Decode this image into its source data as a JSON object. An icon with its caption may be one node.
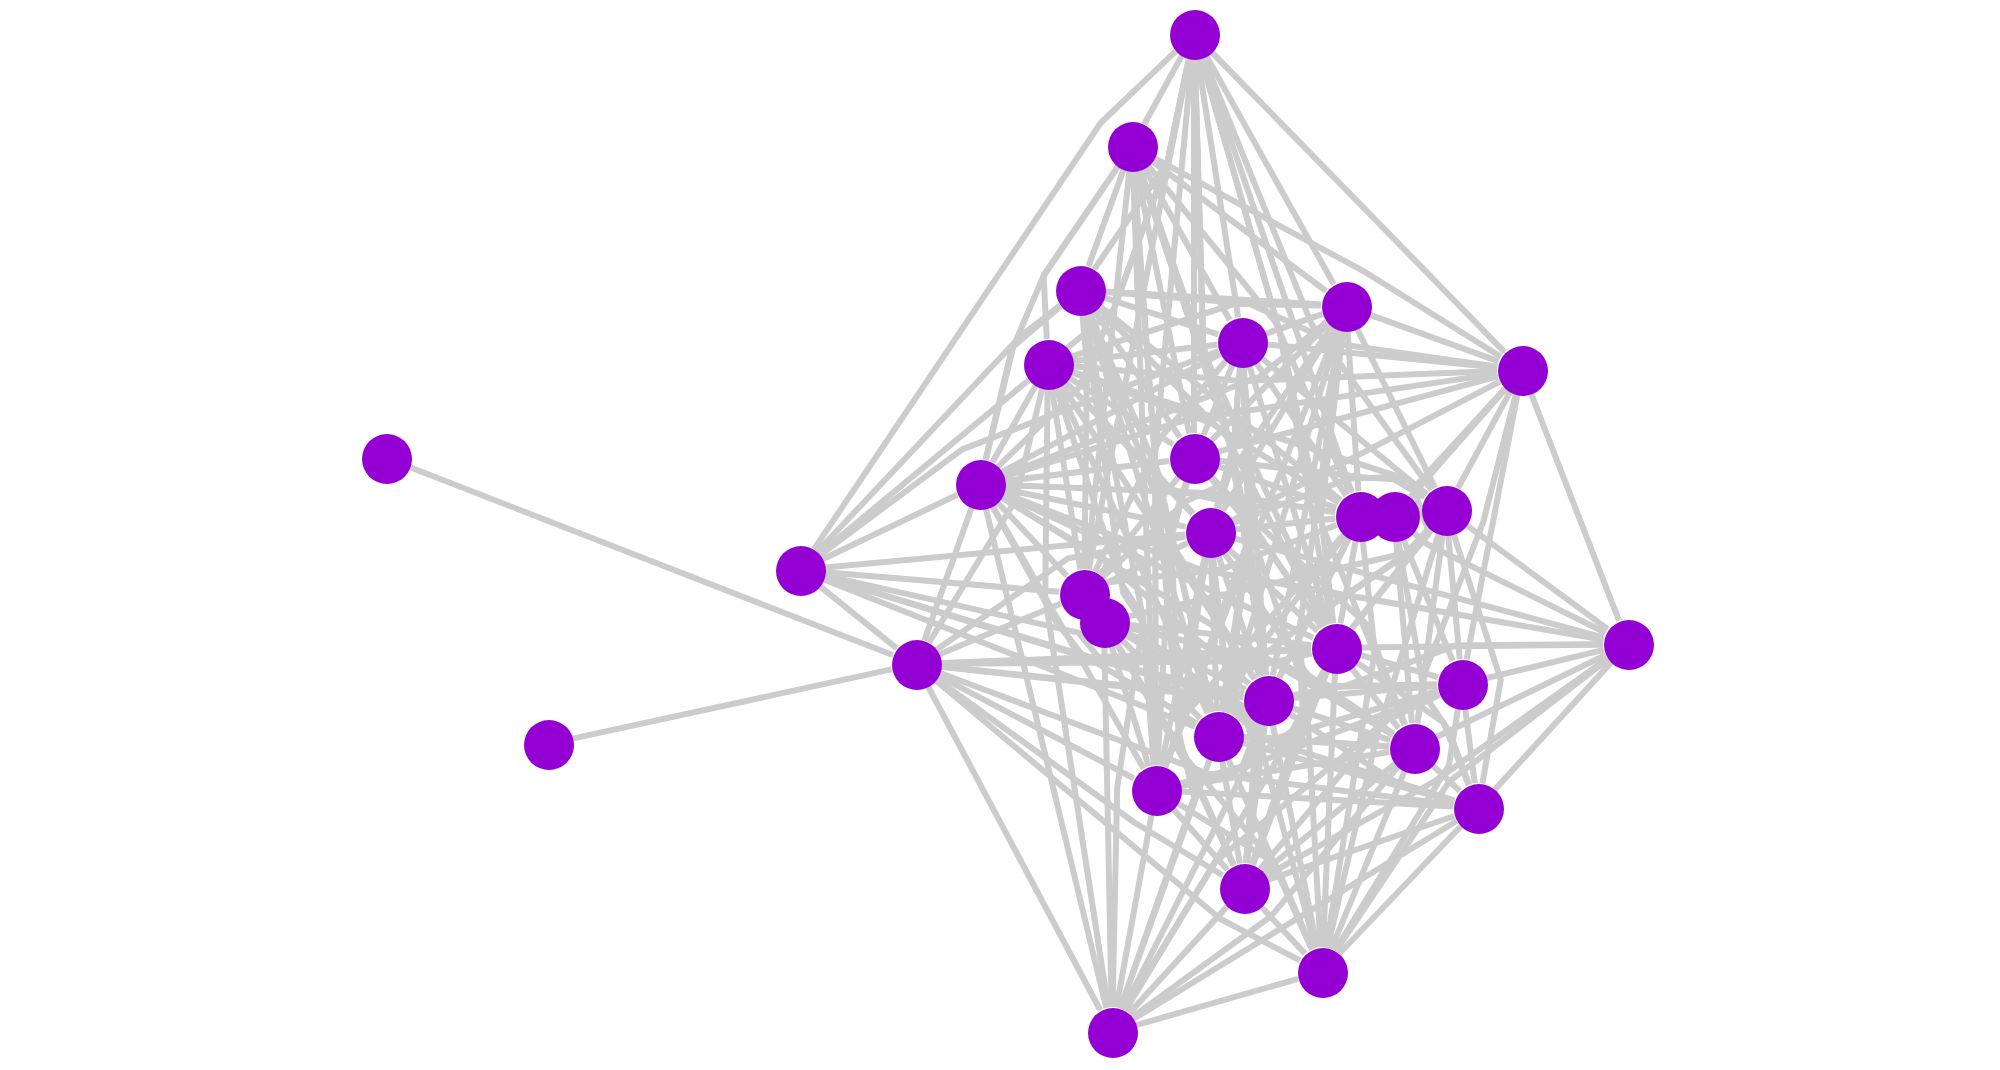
{
  "diagram": {
    "nodes": [
      {
        "text": [],
        "shape": "circle"
      },
      {
        "text": [],
        "shape": "circle"
      },
      {
        "text": [],
        "shape": "circle"
      },
      {
        "text": [],
        "shape": "circle"
      },
      {
        "text": [],
        "shape": "circle"
      },
      {
        "text": [],
        "shape": "circle"
      },
      {
        "text": [],
        "shape": "circle"
      },
      {
        "text": [],
        "shape": "circle"
      },
      {
        "text": [],
        "shape": "circle"
      },
      {
        "text": [],
        "shape": "circle"
      },
      {
        "text": [],
        "shape": "circle"
      },
      {
        "text": [],
        "shape": "circle"
      },
      {
        "text": [],
        "shape": "circle"
      },
      {
        "text": [],
        "shape": "circle"
      },
      {
        "text": [],
        "shape": "circle"
      },
      {
        "text": [],
        "shape": "circle"
      },
      {
        "text": [],
        "shape": "circle"
      },
      {
        "text": [],
        "shape": "circle"
      },
      {
        "text": [],
        "shape": "circle"
      },
      {
        "text": [],
        "shape": "circle"
      },
      {
        "text": [],
        "shape": "circle"
      },
      {
        "text": [],
        "shape": "circle"
      },
      {
        "text": [],
        "shape": "circle"
      },
      {
        "text": [],
        "shape": "circle"
      },
      {
        "text": [],
        "shape": "circle"
      },
      {
        "text": [],
        "shape": "circle"
      },
      {
        "text": [],
        "shape": "circle"
      },
      {
        "text": [],
        "shape": "circle"
      },
      {
        "text": [],
        "shape": "circle"
      },
      {
        "text": [],
        "shape": "circle"
      }
    ],
    "edges": [
      {
        "from": 0,
        "to": 1,
        "arrow": "none"
      },
      {
        "from": 0,
        "to": 2,
        "arrow": "none"
      },
      {
        "from": 0,
        "to": 3,
        "arrow": "none"
      },
      {
        "from": 0,
        "to": 4,
        "arrow": "none"
      },
      {
        "from": 0,
        "to": 5,
        "arrow": "none"
      },
      {
        "from": 0,
        "to": 6,
        "arrow": "none"
      },
      {
        "from": 0,
        "to": 8,
        "arrow": "none"
      },
      {
        "from": 0,
        "to": 9,
        "arrow": "none"
      },
      {
        "from": 0,
        "to": 10,
        "arrow": "none"
      },
      {
        "from": 0,
        "to": 12,
        "arrow": "none"
      },
      {
        "from": 0,
        "to": 13,
        "arrow": "none"
      },
      {
        "from": 0,
        "to": 14,
        "arrow": "none"
      },
      {
        "from": 0,
        "to": 15,
        "arrow": "none"
      },
      {
        "from": 0,
        "to": 18,
        "arrow": "none"
      },
      {
        "from": 0,
        "to": 21,
        "arrow": "none"
      },
      {
        "from": 0,
        "to": 23,
        "arrow": "none"
      },
      {
        "from": 0,
        "to": 24,
        "arrow": "none"
      },
      {
        "from": 0,
        "to": 25,
        "arrow": "none"
      },
      {
        "from": 1,
        "to": 2,
        "arrow": "none"
      },
      {
        "from": 1,
        "to": 3,
        "arrow": "none"
      },
      {
        "from": 1,
        "to": 4,
        "arrow": "none"
      },
      {
        "from": 1,
        "to": 5,
        "arrow": "none"
      },
      {
        "from": 1,
        "to": 6,
        "arrow": "none"
      },
      {
        "from": 1,
        "to": 8,
        "arrow": "none"
      },
      {
        "from": 1,
        "to": 9,
        "arrow": "none"
      },
      {
        "from": 1,
        "to": 10,
        "arrow": "none"
      },
      {
        "from": 1,
        "to": 13,
        "arrow": "none"
      },
      {
        "from": 1,
        "to": 15,
        "arrow": "none"
      },
      {
        "from": 1,
        "to": 18,
        "arrow": "none"
      },
      {
        "from": 1,
        "to": 21,
        "arrow": "none"
      },
      {
        "from": 1,
        "to": 23,
        "arrow": "none"
      },
      {
        "from": 1,
        "to": 25,
        "arrow": "none"
      },
      {
        "from": 1,
        "to": 27,
        "arrow": "none"
      },
      {
        "from": 2,
        "to": 3,
        "arrow": "none"
      },
      {
        "from": 2,
        "to": 4,
        "arrow": "none"
      },
      {
        "from": 2,
        "to": 6,
        "arrow": "none"
      },
      {
        "from": 2,
        "to": 8,
        "arrow": "none"
      },
      {
        "from": 2,
        "to": 9,
        "arrow": "none"
      },
      {
        "from": 2,
        "to": 10,
        "arrow": "none"
      },
      {
        "from": 2,
        "to": 13,
        "arrow": "none"
      },
      {
        "from": 2,
        "to": 14,
        "arrow": "none"
      },
      {
        "from": 2,
        "to": 15,
        "arrow": "none"
      },
      {
        "from": 2,
        "to": 18,
        "arrow": "none"
      },
      {
        "from": 2,
        "to": 21,
        "arrow": "none"
      },
      {
        "from": 2,
        "to": 23,
        "arrow": "none"
      },
      {
        "from": 2,
        "to": 25,
        "arrow": "none"
      },
      {
        "from": 2,
        "to": 29,
        "arrow": "none"
      },
      {
        "from": 3,
        "to": 4,
        "arrow": "none"
      },
      {
        "from": 3,
        "to": 5,
        "arrow": "none"
      },
      {
        "from": 3,
        "to": 6,
        "arrow": "none"
      },
      {
        "from": 3,
        "to": 8,
        "arrow": "none"
      },
      {
        "from": 3,
        "to": 9,
        "arrow": "none"
      },
      {
        "from": 3,
        "to": 10,
        "arrow": "none"
      },
      {
        "from": 3,
        "to": 12,
        "arrow": "none"
      },
      {
        "from": 3,
        "to": 13,
        "arrow": "none"
      },
      {
        "from": 3,
        "to": 15,
        "arrow": "none"
      },
      {
        "from": 3,
        "to": 18,
        "arrow": "none"
      },
      {
        "from": 3,
        "to": 21,
        "arrow": "none"
      },
      {
        "from": 3,
        "to": 23,
        "arrow": "none"
      },
      {
        "from": 3,
        "to": 25,
        "arrow": "none"
      },
      {
        "from": 3,
        "to": 27,
        "arrow": "none"
      },
      {
        "from": 4,
        "to": 5,
        "arrow": "none"
      },
      {
        "from": 4,
        "to": 6,
        "arrow": "none"
      },
      {
        "from": 4,
        "to": 8,
        "arrow": "none"
      },
      {
        "from": 4,
        "to": 9,
        "arrow": "none"
      },
      {
        "from": 4,
        "to": 10,
        "arrow": "none"
      },
      {
        "from": 4,
        "to": 12,
        "arrow": "none"
      },
      {
        "from": 4,
        "to": 13,
        "arrow": "none"
      },
      {
        "from": 4,
        "to": 14,
        "arrow": "none"
      },
      {
        "from": 4,
        "to": 15,
        "arrow": "none"
      },
      {
        "from": 4,
        "to": 18,
        "arrow": "none"
      },
      {
        "from": 4,
        "to": 21,
        "arrow": "none"
      },
      {
        "from": 4,
        "to": 23,
        "arrow": "none"
      },
      {
        "from": 4,
        "to": 25,
        "arrow": "none"
      },
      {
        "from": 4,
        "to": 27,
        "arrow": "none"
      },
      {
        "from": 5,
        "to": 6,
        "arrow": "none"
      },
      {
        "from": 5,
        "to": 8,
        "arrow": "none"
      },
      {
        "from": 5,
        "to": 9,
        "arrow": "none"
      },
      {
        "from": 5,
        "to": 10,
        "arrow": "none"
      },
      {
        "from": 5,
        "to": 12,
        "arrow": "none"
      },
      {
        "from": 5,
        "to": 13,
        "arrow": "none"
      },
      {
        "from": 5,
        "to": 14,
        "arrow": "none"
      },
      {
        "from": 5,
        "to": 15,
        "arrow": "none"
      },
      {
        "from": 5,
        "to": 18,
        "arrow": "none"
      },
      {
        "from": 5,
        "to": 19,
        "arrow": "none"
      },
      {
        "from": 5,
        "to": 21,
        "arrow": "none"
      },
      {
        "from": 5,
        "to": 23,
        "arrow": "none"
      },
      {
        "from": 5,
        "to": 25,
        "arrow": "none"
      },
      {
        "from": 5,
        "to": 29,
        "arrow": "none"
      },
      {
        "from": 6,
        "to": 8,
        "arrow": "none"
      },
      {
        "from": 6,
        "to": 9,
        "arrow": "none"
      },
      {
        "from": 6,
        "to": 11,
        "arrow": "none"
      },
      {
        "from": 6,
        "to": 12,
        "arrow": "none"
      },
      {
        "from": 6,
        "to": 13,
        "arrow": "none"
      },
      {
        "from": 6,
        "to": 17,
        "arrow": "none"
      },
      {
        "from": 6,
        "to": 18,
        "arrow": "none"
      },
      {
        "from": 6,
        "to": 20,
        "arrow": "none"
      },
      {
        "from": 6,
        "to": 24,
        "arrow": "none"
      },
      {
        "from": 7,
        "to": 19,
        "arrow": "none"
      },
      {
        "from": 8,
        "to": 9,
        "arrow": "none"
      },
      {
        "from": 8,
        "to": 10,
        "arrow": "none"
      },
      {
        "from": 8,
        "to": 12,
        "arrow": "none"
      },
      {
        "from": 8,
        "to": 15,
        "arrow": "none"
      },
      {
        "from": 8,
        "to": 18,
        "arrow": "none"
      },
      {
        "from": 8,
        "to": 21,
        "arrow": "none"
      },
      {
        "from": 8,
        "to": 23,
        "arrow": "none"
      },
      {
        "from": 8,
        "to": 24,
        "arrow": "none"
      },
      {
        "from": 8,
        "to": 25,
        "arrow": "none"
      },
      {
        "from": 8,
        "to": 27,
        "arrow": "none"
      },
      {
        "from": 8,
        "to": 28,
        "arrow": "none"
      },
      {
        "from": 9,
        "to": 10,
        "arrow": "none"
      },
      {
        "from": 9,
        "to": 13,
        "arrow": "none"
      },
      {
        "from": 9,
        "to": 14,
        "arrow": "none"
      },
      {
        "from": 9,
        "to": 15,
        "arrow": "none"
      },
      {
        "from": 9,
        "to": 17,
        "arrow": "none"
      },
      {
        "from": 9,
        "to": 18,
        "arrow": "none"
      },
      {
        "from": 9,
        "to": 19,
        "arrow": "none"
      },
      {
        "from": 9,
        "to": 21,
        "arrow": "none"
      },
      {
        "from": 9,
        "to": 23,
        "arrow": "none"
      },
      {
        "from": 9,
        "to": 24,
        "arrow": "none"
      },
      {
        "from": 9,
        "to": 25,
        "arrow": "none"
      },
      {
        "from": 9,
        "to": 29,
        "arrow": "none"
      },
      {
        "from": 10,
        "to": 13,
        "arrow": "none"
      },
      {
        "from": 10,
        "to": 15,
        "arrow": "none"
      },
      {
        "from": 10,
        "to": 18,
        "arrow": "none"
      },
      {
        "from": 10,
        "to": 21,
        "arrow": "none"
      },
      {
        "from": 10,
        "to": 23,
        "arrow": "none"
      },
      {
        "from": 10,
        "to": 25,
        "arrow": "none"
      },
      {
        "from": 10,
        "to": 27,
        "arrow": "none"
      },
      {
        "from": 10,
        "to": 28,
        "arrow": "none"
      },
      {
        "from": 10,
        "to": 29,
        "arrow": "none"
      },
      {
        "from": 11,
        "to": 17,
        "arrow": "none"
      },
      {
        "from": 11,
        "to": 20,
        "arrow": "none"
      },
      {
        "from": 11,
        "to": 24,
        "arrow": "none"
      },
      {
        "from": 11,
        "to": 26,
        "arrow": "none"
      },
      {
        "from": 12,
        "to": 13,
        "arrow": "none"
      },
      {
        "from": 12,
        "to": 16,
        "arrow": "none"
      },
      {
        "from": 12,
        "to": 17,
        "arrow": "none"
      },
      {
        "from": 12,
        "to": 18,
        "arrow": "none"
      },
      {
        "from": 12,
        "to": 20,
        "arrow": "none"
      },
      {
        "from": 12,
        "to": 21,
        "arrow": "none"
      },
      {
        "from": 12,
        "to": 23,
        "arrow": "none"
      },
      {
        "from": 12,
        "to": 24,
        "arrow": "none"
      },
      {
        "from": 12,
        "to": 26,
        "arrow": "none"
      },
      {
        "from": 12,
        "to": 28,
        "arrow": "none"
      },
      {
        "from": 13,
        "to": 14,
        "arrow": "none"
      },
      {
        "from": 13,
        "to": 15,
        "arrow": "none"
      },
      {
        "from": 13,
        "to": 17,
        "arrow": "none"
      },
      {
        "from": 13,
        "to": 18,
        "arrow": "none"
      },
      {
        "from": 13,
        "to": 19,
        "arrow": "none"
      },
      {
        "from": 13,
        "to": 21,
        "arrow": "none"
      },
      {
        "from": 13,
        "to": 23,
        "arrow": "none"
      },
      {
        "from": 13,
        "to": 24,
        "arrow": "none"
      },
      {
        "from": 13,
        "to": 25,
        "arrow": "none"
      },
      {
        "from": 13,
        "to": 27,
        "arrow": "none"
      },
      {
        "from": 13,
        "to": 28,
        "arrow": "none"
      },
      {
        "from": 13,
        "to": 29,
        "arrow": "none"
      },
      {
        "from": 14,
        "to": 15,
        "arrow": "none"
      },
      {
        "from": 14,
        "to": 18,
        "arrow": "none"
      },
      {
        "from": 14,
        "to": 19,
        "arrow": "none"
      },
      {
        "from": 14,
        "to": 21,
        "arrow": "none"
      },
      {
        "from": 14,
        "to": 23,
        "arrow": "none"
      },
      {
        "from": 14,
        "to": 24,
        "arrow": "none"
      },
      {
        "from": 15,
        "to": 19,
        "arrow": "none"
      },
      {
        "from": 16,
        "to": 18,
        "arrow": "none"
      },
      {
        "from": 16,
        "to": 20,
        "arrow": "none"
      },
      {
        "from": 16,
        "to": 21,
        "arrow": "none"
      },
      {
        "from": 16,
        "to": 23,
        "arrow": "none"
      },
      {
        "from": 16,
        "to": 24,
        "arrow": "none"
      },
      {
        "from": 16,
        "to": 25,
        "arrow": "none"
      },
      {
        "from": 16,
        "to": 26,
        "arrow": "none"
      },
      {
        "from": 16,
        "to": 27,
        "arrow": "none"
      },
      {
        "from": 16,
        "to": 28,
        "arrow": "none"
      },
      {
        "from": 16,
        "to": 29,
        "arrow": "none"
      },
      {
        "from": 17,
        "to": 18,
        "arrow": "none"
      },
      {
        "from": 17,
        "to": 20,
        "arrow": "none"
      },
      {
        "from": 17,
        "to": 21,
        "arrow": "none"
      },
      {
        "from": 17,
        "to": 24,
        "arrow": "none"
      },
      {
        "from": 17,
        "to": 26,
        "arrow": "none"
      },
      {
        "from": 17,
        "to": 27,
        "arrow": "none"
      },
      {
        "from": 17,
        "to": 28,
        "arrow": "none"
      },
      {
        "from": 18,
        "to": 19,
        "arrow": "none"
      },
      {
        "from": 18,
        "to": 20,
        "arrow": "none"
      },
      {
        "from": 18,
        "to": 23,
        "arrow": "none"
      },
      {
        "from": 18,
        "to": 24,
        "arrow": "none"
      },
      {
        "from": 18,
        "to": 25,
        "arrow": "none"
      },
      {
        "from": 18,
        "to": 26,
        "arrow": "none"
      },
      {
        "from": 18,
        "to": 27,
        "arrow": "none"
      },
      {
        "from": 18,
        "to": 28,
        "arrow": "none"
      },
      {
        "from": 18,
        "to": 29,
        "arrow": "none"
      },
      {
        "from": 19,
        "to": 20,
        "arrow": "none"
      },
      {
        "from": 19,
        "to": 21,
        "arrow": "none"
      },
      {
        "from": 19,
        "to": 22,
        "arrow": "none"
      },
      {
        "from": 19,
        "to": 24,
        "arrow": "none"
      },
      {
        "from": 19,
        "to": 25,
        "arrow": "none"
      },
      {
        "from": 19,
        "to": 26,
        "arrow": "none"
      },
      {
        "from": 19,
        "to": 27,
        "arrow": "none"
      },
      {
        "from": 19,
        "to": 28,
        "arrow": "none"
      },
      {
        "from": 19,
        "to": 29,
        "arrow": "none"
      },
      {
        "from": 20,
        "to": 21,
        "arrow": "none"
      },
      {
        "from": 20,
        "to": 23,
        "arrow": "none"
      },
      {
        "from": 20,
        "to": 25,
        "arrow": "none"
      },
      {
        "from": 20,
        "to": 26,
        "arrow": "none"
      },
      {
        "from": 20,
        "to": 27,
        "arrow": "none"
      },
      {
        "from": 20,
        "to": 28,
        "arrow": "none"
      },
      {
        "from": 20,
        "to": 29,
        "arrow": "none"
      },
      {
        "from": 21,
        "to": 24,
        "arrow": "none"
      },
      {
        "from": 21,
        "to": 25,
        "arrow": "none"
      },
      {
        "from": 21,
        "to": 26,
        "arrow": "none"
      },
      {
        "from": 21,
        "to": 27,
        "arrow": "none"
      },
      {
        "from": 21,
        "to": 28,
        "arrow": "none"
      },
      {
        "from": 21,
        "to": 29,
        "arrow": "none"
      },
      {
        "from": 23,
        "to": 24,
        "arrow": "none"
      },
      {
        "from": 23,
        "to": 26,
        "arrow": "none"
      },
      {
        "from": 23,
        "to": 27,
        "arrow": "none"
      },
      {
        "from": 23,
        "to": 28,
        "arrow": "none"
      },
      {
        "from": 23,
        "to": 29,
        "arrow": "none"
      },
      {
        "from": 24,
        "to": 25,
        "arrow": "none"
      },
      {
        "from": 24,
        "to": 26,
        "arrow": "none"
      },
      {
        "from": 24,
        "to": 27,
        "arrow": "none"
      },
      {
        "from": 24,
        "to": 28,
        "arrow": "none"
      },
      {
        "from": 24,
        "to": 29,
        "arrow": "none"
      },
      {
        "from": 25,
        "to": 26,
        "arrow": "none"
      },
      {
        "from": 25,
        "to": 27,
        "arrow": "none"
      },
      {
        "from": 25,
        "to": 28,
        "arrow": "none"
      },
      {
        "from": 25,
        "to": 29,
        "arrow": "none"
      },
      {
        "from": 26,
        "to": 27,
        "arrow": "none"
      },
      {
        "from": 26,
        "to": 28,
        "arrow": "none"
      },
      {
        "from": 26,
        "to": 29,
        "arrow": "none"
      },
      {
        "from": 27,
        "to": 28,
        "arrow": "none"
      },
      {
        "from": 27,
        "to": 29,
        "arrow": "none"
      },
      {
        "from": 28,
        "to": 29,
        "arrow": "none"
      }
    ]
  }
}
